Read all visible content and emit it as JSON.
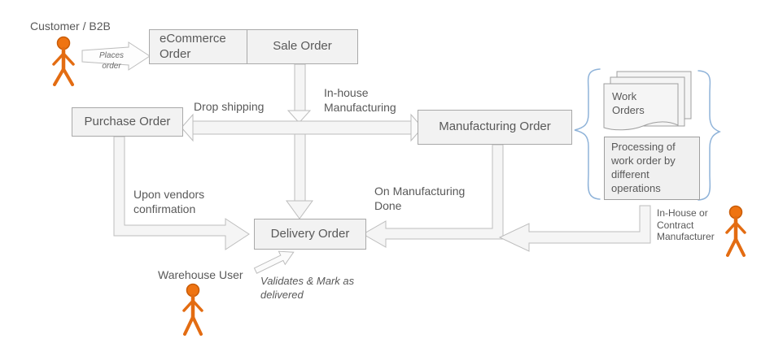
{
  "actors": {
    "customer": {
      "label": "Customer / B2B"
    },
    "warehouse": {
      "label": "Warehouse User"
    },
    "manufacturer": {
      "label": "In-House or Contract Manufacturer"
    }
  },
  "nodes": {
    "ecommerce": {
      "label": "eCommerce Order"
    },
    "sale": {
      "label": "Sale Order"
    },
    "purchase": {
      "label": "Purchase Order"
    },
    "manufacturing": {
      "label": "Manufacturing Order"
    },
    "delivery": {
      "label": "Delivery Order"
    },
    "work_orders": {
      "label": "Work Orders"
    },
    "processing": {
      "label": "Processing of work order by different operations"
    }
  },
  "edges": {
    "places_order": {
      "label": "Places order"
    },
    "drop_shipping": {
      "label": "Drop shipping"
    },
    "inhouse_manufacturing": {
      "label": "In-house Manufacturing"
    },
    "upon_vendors_confirmation": {
      "label": "Upon vendors confirmation"
    },
    "on_manufacturing_done": {
      "label": "On Manufacturing Done"
    },
    "validates_mark": {
      "label": "Validates & Mark as delivered"
    }
  },
  "icons": {
    "person": "stick-figure",
    "document_stack": "stacked-work-order-pages",
    "brace": "curly-brace"
  },
  "colors": {
    "node_fill": "#f2f2f2",
    "node_border": "#a9a9a9",
    "arrow_fill": "#f5f5f5",
    "arrow_border": "#bdbdbd",
    "text": "#595959",
    "actor_orange": "#ec6c10",
    "actor_orange_dark": "#c95c08",
    "brace_blue": "#8fb3d9"
  }
}
